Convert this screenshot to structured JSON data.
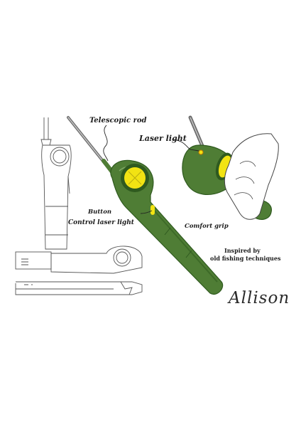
{
  "labels": {
    "telescopic_rod": "Telescopic rod",
    "laser_light": "Laser light",
    "button": "Button",
    "control_laser_light": "Control laser light",
    "comfort_grip": "Comfort grip",
    "inspired_line1": "Inspired by",
    "inspired_line2": "old fishing techniques"
  },
  "signature": "Allison",
  "colors": {
    "body_green": "#4f7d35",
    "dark_green": "#2f5a1f",
    "accent_yellow": "#f2e313",
    "skin": "#ffffff",
    "outline": "#4a4a4a"
  }
}
